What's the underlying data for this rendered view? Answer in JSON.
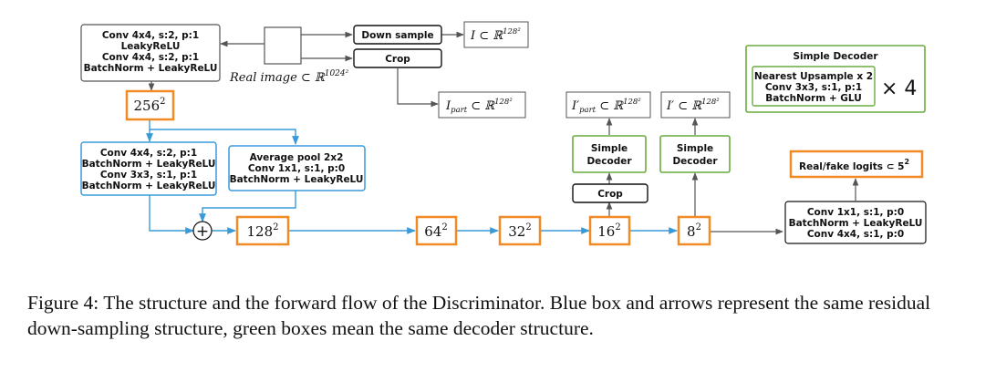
{
  "colors": {
    "blue": "#3a9ad9",
    "orange": "#f08a24",
    "green": "#6aac3e",
    "black": "#111111",
    "gray": "#555555"
  },
  "input_block": {
    "line1": "Conv 4x4, s:2, p:1",
    "line2": "LeakyReLU",
    "line3": "Conv 4x4, s:2, p:1",
    "line4": "BatchNorm + LeakyReLU"
  },
  "real_image": {
    "label": "Real image ⊂ ℝ",
    "sup": "1024²"
  },
  "down_sample": {
    "label": "Down sample"
  },
  "crop_top": {
    "label": "Crop"
  },
  "output_I": {
    "label": "I ⊂ ℝ",
    "sup": "128²"
  },
  "output_Ipart": {
    "label": "I",
    "sub": "part",
    "rest": " ⊂ ℝ",
    "sup": "128²"
  },
  "output_Ipart_prime": {
    "label": "I′",
    "sub": "part",
    "rest": " ⊂ ℝ",
    "sup": "128²"
  },
  "output_Iprime": {
    "label": "I′ ⊂ ℝ",
    "sup": "128²"
  },
  "feat_256": {
    "base": "256",
    "sup": "2"
  },
  "feat_128": {
    "base": "128",
    "sup": "2"
  },
  "feat_64": {
    "base": "64",
    "sup": "2"
  },
  "feat_32": {
    "base": "32",
    "sup": "2"
  },
  "feat_16": {
    "base": "16",
    "sup": "2"
  },
  "feat_8": {
    "base": "8",
    "sup": "2"
  },
  "res_left": {
    "line1": "Conv 4x4, s:2, p:1",
    "line2": "BatchNorm + LeakyReLU",
    "line3": "Conv 3x3, s:1, p:1",
    "line4": "BatchNorm + LeakyReLU"
  },
  "res_right": {
    "line1": "Average pool 2x2",
    "line2": "Conv 1x1, s:1, p:0",
    "line3": "BatchNorm + LeakyReLU"
  },
  "plus": {
    "symbol": "+"
  },
  "decoder_left": {
    "line1": "Simple",
    "line2": "Decoder"
  },
  "decoder_right": {
    "line1": "Simple",
    "line2": "Decoder"
  },
  "crop_mid": {
    "label": "Crop"
  },
  "simple_decoder_legend": {
    "title": "Simple Decoder",
    "line1": "Nearest Upsample x 2",
    "line2": "Conv 3x3, s:1, p:1",
    "line3": "BatchNorm + GLU",
    "times": "× 4"
  },
  "logits": {
    "label": "Real/fake logits ⊂ 5",
    "sup": "2"
  },
  "final_block": {
    "line1": "Conv 1x1, s:1, p:0",
    "line2": "BatchNorm + LeakyReLU",
    "line3": "Conv 4x4, s:1, p:0"
  },
  "caption": {
    "text": "Figure 4: The structure and the forward flow of the Discriminator. Blue box and arrows represent the same residual down-sampling structure, green boxes mean the same decoder structure."
  }
}
